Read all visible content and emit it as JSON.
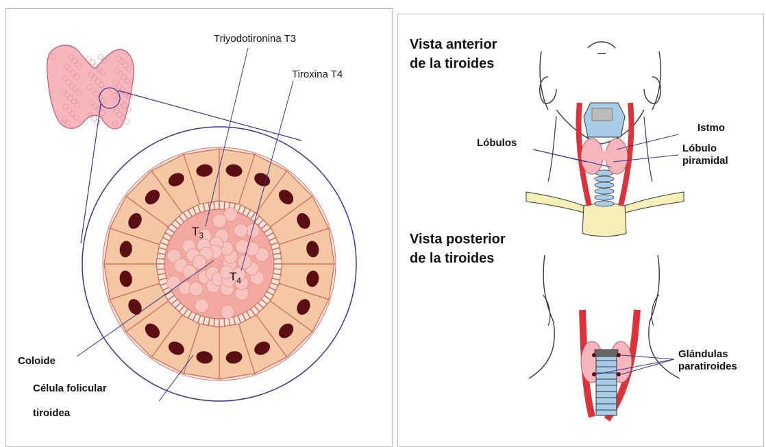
{
  "left": {
    "labels": {
      "t3_hormone": "Triyodotironina T3",
      "t4_hormone": "Tiroxina T4",
      "colloid": "Coloide",
      "follicular_cell_line1": "Célula folicular",
      "follicular_cell_line2": "tiroidea"
    },
    "inner": {
      "t3_main": "T",
      "t3_sub": "3",
      "t4_main": "T",
      "t4_sub": "4"
    }
  },
  "right": {
    "anterior_title_line1": "Vista anterior",
    "anterior_title_line2": "de la tiroides",
    "posterior_title_line1": "Vista posterior",
    "posterior_title_line2": "de la tiroides",
    "labels": {
      "lobulos": "Lóbulos",
      "istmo": "Istmo",
      "lobulo_line1": "Lóbulo",
      "lobulo_line2": "piramidal",
      "glandulas_line1": "Glándulas",
      "glandulas_line2": "paratiroides"
    }
  },
  "colors": {
    "gland_pink": "#f7b6be",
    "cell_orange": "#f6c7a5",
    "nucleus": "#5a0d12",
    "colloid": "#f3a9a2",
    "artery": "#d9343b",
    "trachea": "#a9cde8",
    "bone": "#f7efb8",
    "callout_line": "#35358a"
  }
}
